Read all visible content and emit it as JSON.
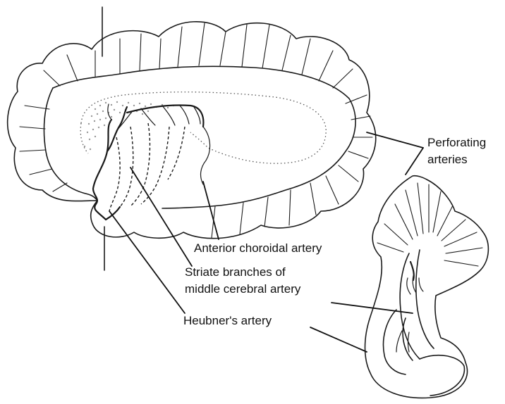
{
  "labels": {
    "perforating_line1": "Perforating",
    "perforating_line2": "arteries",
    "anterior_choroidal": "Anterior choroidal artery",
    "striate_line1": "Striate branches of",
    "striate_line2": "middle cerebral artery",
    "heubner": "Heubner's artery"
  }
}
